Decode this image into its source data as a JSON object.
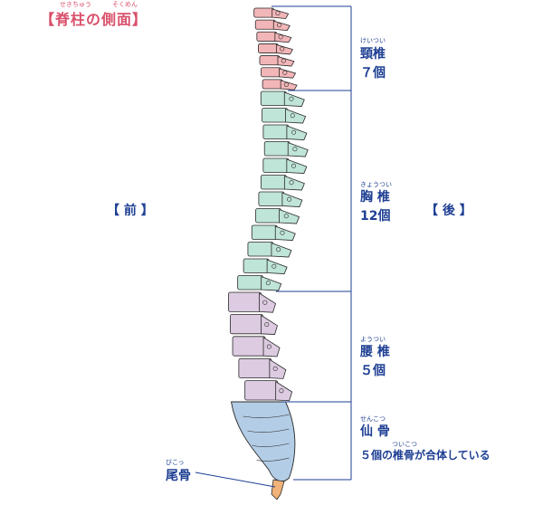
{
  "title": {
    "text": "【脊柱の側面】",
    "ruby_left": "せきちゅう",
    "ruby_right": "そくめん"
  },
  "directions": {
    "front": "【 前 】",
    "back": "【 後 】"
  },
  "regions": [
    {
      "id": "cervical",
      "ruby": "けいつい",
      "name": "頸椎",
      "count": "７個",
      "color": "#f3b6b8"
    },
    {
      "id": "thoracic",
      "ruby": "きょうつい",
      "name": "胸 椎",
      "count": "12個",
      "color": "#bfe4d8"
    },
    {
      "id": "lumbar",
      "ruby": "ようつい",
      "name": "腰 椎",
      "count": "５個",
      "color": "#dccbe1"
    },
    {
      "id": "sacrum",
      "ruby": "せんこつ",
      "name": "仙 骨",
      "count": "",
      "color": "#b3cde6"
    }
  ],
  "sacrum_note": {
    "text": "５個の椎骨が合体している",
    "ruby": "ついこつ"
  },
  "coccyx": {
    "ruby": "びこっ",
    "name": "尾骨",
    "color": "#f2b278"
  },
  "colors": {
    "title": "#d9506b",
    "label": "#1e3f93",
    "bracket": "#1e3f93",
    "outline": "#2a2a2a"
  }
}
